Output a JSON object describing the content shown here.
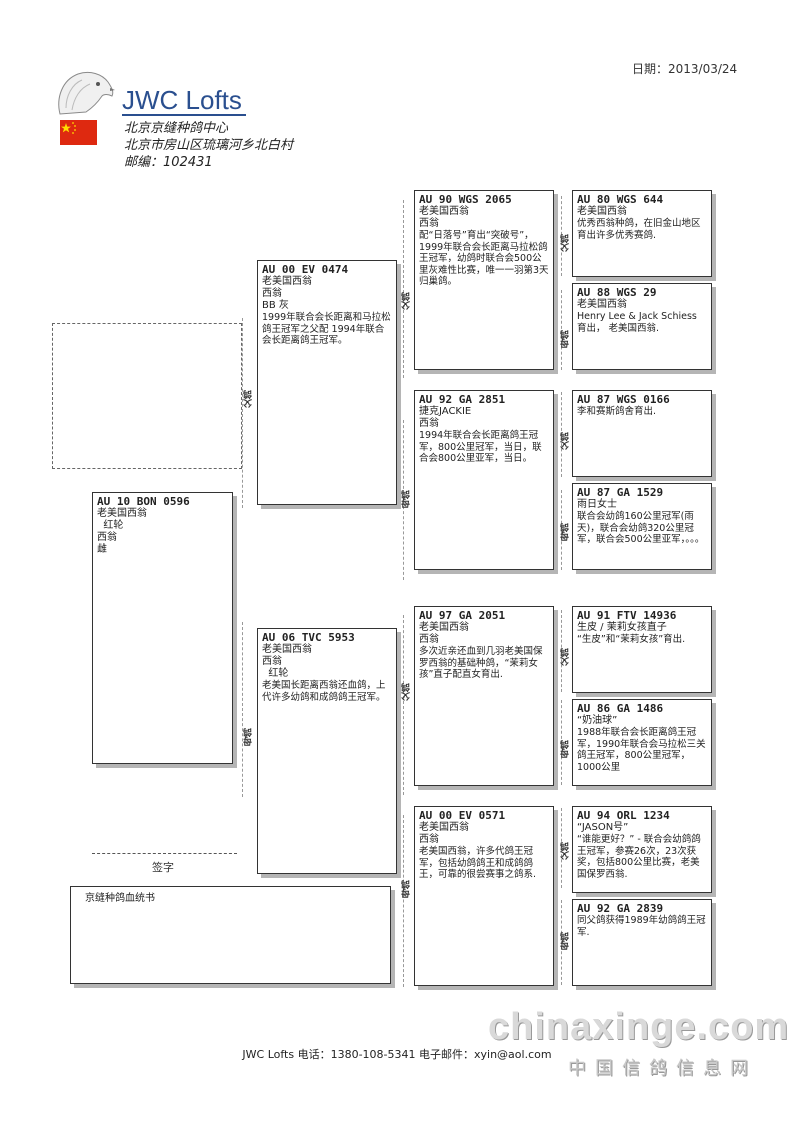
{
  "header": {
    "date_label": "日期：2013/03/24",
    "brand": "JWC Lofts",
    "address_lines": [
      "北京京缝种鸽中心",
      "北京市房山区琉璃河乡北白村",
      "邮编：102431"
    ]
  },
  "colors": {
    "brand": "#2a4f8f",
    "flag": "#de2910"
  },
  "labels": {
    "sire": "父鸽",
    "dam": "母鸽"
  },
  "subject": {
    "ring": "AU 10 BON 0596",
    "lines": [
      "老美国西翁",
      "  红轮",
      "西翁",
      "雌"
    ]
  },
  "sire": {
    "ring": "AU 00 EV 0474",
    "lines": [
      "老美国西翁",
      "西翁",
      "BB 灰"
    ],
    "desc": "1999年联合会长距离和马拉松鸽王冠军之父配 1994年联合会长距离鸽王冠军。"
  },
  "dam": {
    "ring": "AU 06 TVC 5953",
    "lines": [
      "老美国西翁",
      "西翁",
      "  红轮"
    ],
    "desc": "老美国长距离西翁还血鸽，上代许多幼鸽和成鸽鸽王冠军。"
  },
  "ss": {
    "ring": "AU 90 WGS 2065",
    "lines": [
      "老美国西翁",
      "西翁"
    ],
    "desc": "配“日落号”育出“突破号”，1999年联合会长距离马拉松鸽王冠军，幼鸽时联合会500公里灰难性比赛，唯一一羽第3天归巢鸽。"
  },
  "sd": {
    "ring": "AU 92 GA 2851",
    "lines": [
      "捷克JACKIE",
      "西翁"
    ],
    "desc": "1994年联合会长距离鸽王冠军，800公里冠军，当日，联合会800公里亚军，当日。"
  },
  "ds": {
    "ring": "AU 97 GA 2051",
    "lines": [
      "老美国西翁",
      "西翁"
    ],
    "desc": "多次近亲还血到几羽老美国保罗西翁的基础种鸽，“茉莉女孩”直子配直女育出."
  },
  "dd": {
    "ring": "AU 00 EV 0571",
    "lines": [
      "老美国西翁",
      "西翁"
    ],
    "desc": "老美国西翁，许多代鸽王冠军，包括幼鸽鸽王和成鸽鸽王，可靠的很尝赛事之鸽系."
  },
  "sss": {
    "ring": "AU 80 WGS 644",
    "lines": [
      "老美国西翁"
    ],
    "desc": "优秀西翁种鸽，在旧金山地区育出许多优秀赛鸽."
  },
  "ssd": {
    "ring": "AU 88 WGS 29",
    "lines": [
      "老美国西翁"
    ],
    "desc": "Henry Lee & Jack Schiess 育出， 老美国西翁."
  },
  "sds": {
    "ring": "AU 87 WGS 0166",
    "lines": [
      ""
    ],
    "desc": "李和赛斯鸽舍育出."
  },
  "sdd": {
    "ring": "AU 87 GA 1529",
    "lines": [
      "雨日女士"
    ],
    "desc": "联合会幼鸽160公里冠军(雨天)，联合会幼鸽320公里冠军，联合会500公里亚军，。。。"
  },
  "dss": {
    "ring": "AU 91 FTV 14936",
    "lines": [
      "生皮 / 茉莉女孩直子"
    ],
    "desc": "“生皮”和“茉莉女孩”育出."
  },
  "dsd": {
    "ring": "AU 86 GA 1486",
    "lines": [
      "“奶油球”"
    ],
    "desc": "1988年联合会长距离鸽王冠军，1990年联合会马拉松三关鸽王冠军，800公里冠军，1000公里"
  },
  "dds": {
    "ring": "AU 94 ORL 1234",
    "lines": [
      "“JASON号”"
    ],
    "desc": "“谁能更好？” - 联合会幼鸽鸽王冠军，参赛26次，23次获奖，包括800公里比赛，老美国保罗西翁."
  },
  "ddd": {
    "ring": "AU 92 GA 2839",
    "lines": [
      ""
    ],
    "desc": "同父鸽获得1989年幼鸽鸽王冠军."
  },
  "signature_label": "签字",
  "certificate_title": "京缝种鸽血统书",
  "footer": "JWC Lofts 电话：1380-108-5341  电子邮件：xyin@aol.com",
  "watermark": {
    "domain": "chinaxinge.com",
    "cn": "中国信鸽信息网"
  }
}
